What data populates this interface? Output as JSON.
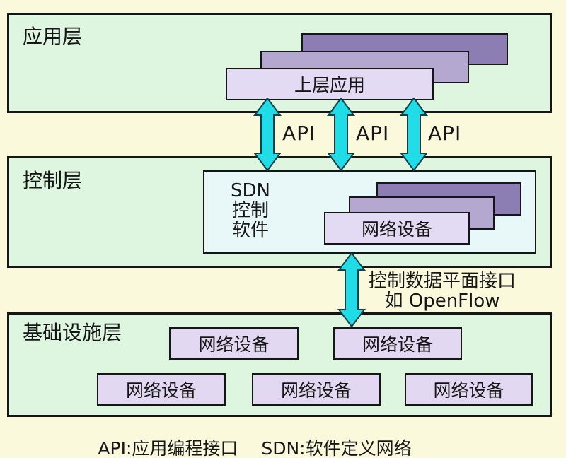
{
  "colors": {
    "background": "#FBF9DC",
    "layer-fill": "#DEF5DF",
    "border": "#161616",
    "stack-back": "#8C7EB2",
    "stack-middle": "#B4A8D1",
    "stack-front": "#E3DAF4",
    "sdn-fill": "#E8F8F9",
    "device-fill": "#E2D8F2",
    "arrow-fill": "#1FDCE6",
    "arrow-stroke": "#123F47"
  },
  "layers": {
    "application": {
      "label": "应用层",
      "upper_apps": "上层应用"
    },
    "control": {
      "label": "控制层",
      "sdn_software_lines": [
        "SDN",
        "控制",
        "软件"
      ],
      "device": "网络设备"
    },
    "infrastructure": {
      "label": "基础设施层",
      "devices": [
        "网络设备",
        "网络设备",
        "网络设备",
        "网络设备",
        "网络设备"
      ]
    }
  },
  "api_arrows": {
    "labels": [
      "API",
      "API",
      "API"
    ]
  },
  "control_data_interface": {
    "line1": "控制数据平面接口",
    "line2": "如 OpenFlow"
  },
  "caption": "API:应用编程接口　 SDN:软件定义网络"
}
